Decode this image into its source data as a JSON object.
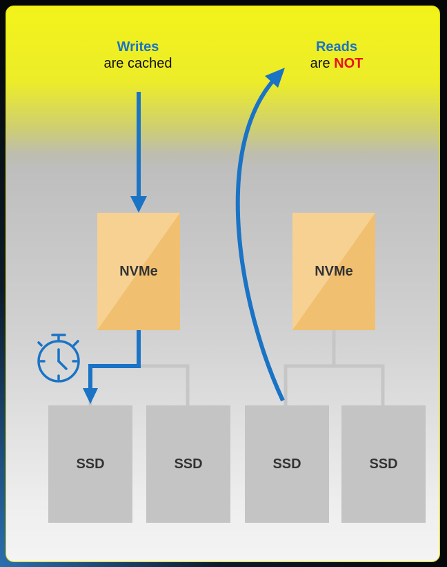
{
  "writes": {
    "heading": "Writes",
    "subtitle": "are cached"
  },
  "reads": {
    "heading": "Reads",
    "subtitle_prefix": "are ",
    "subtitle_emph": "NOT"
  },
  "nvme": [
    "NVMe",
    "NVMe"
  ],
  "ssd": [
    "SSD",
    "SSD",
    "SSD",
    "SSD"
  ],
  "colors": {
    "accent_blue": "#1a73c5",
    "emphasis_red": "#e8141b",
    "nvme_fill": "#f0c070",
    "ssd_fill": "#c4c4c4",
    "border": "#d8d800"
  },
  "icons": {
    "timer": "stopwatch-icon"
  }
}
